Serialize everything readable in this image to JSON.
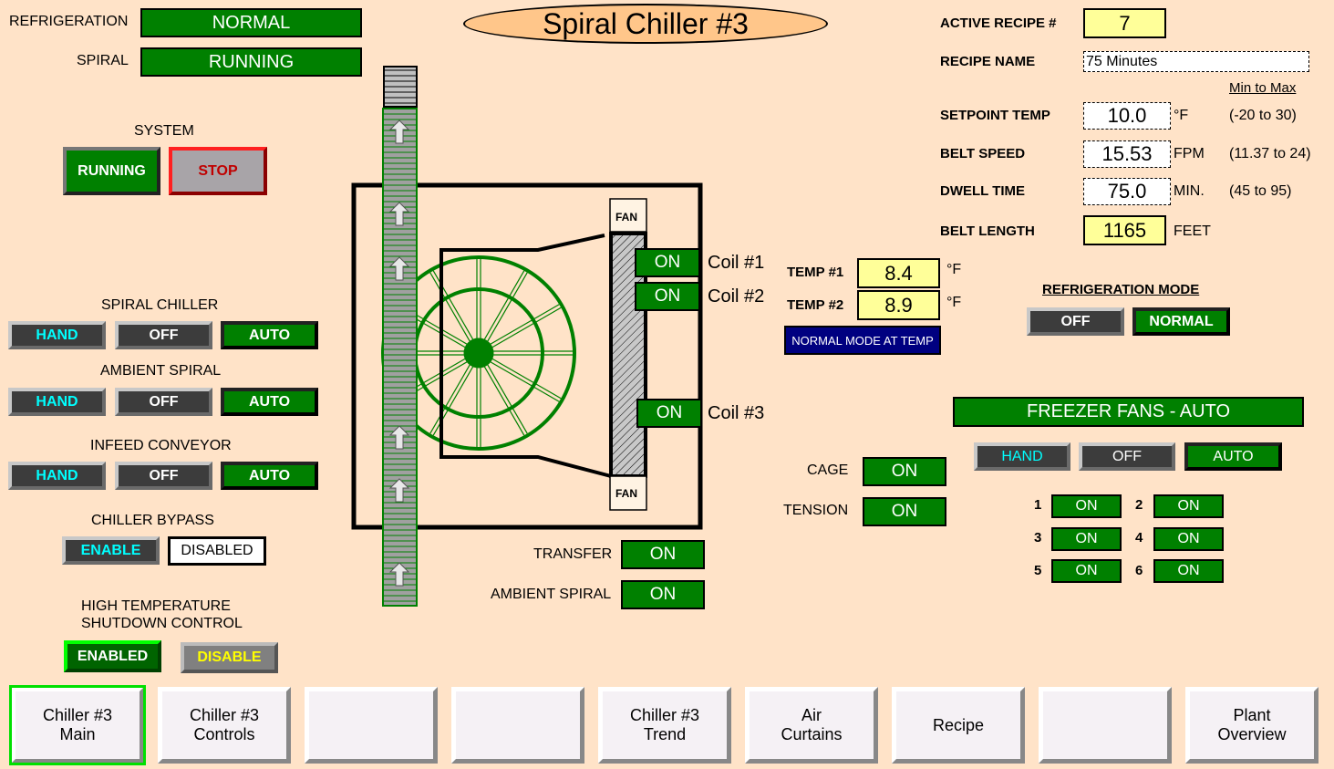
{
  "title": "Spiral Chiller #3",
  "status": {
    "refrigeration": {
      "label": "REFRIGERATION",
      "value": "NORMAL"
    },
    "spiral": {
      "label": "SPIRAL",
      "value": "RUNNING"
    }
  },
  "system": {
    "label": "SYSTEM",
    "running": "RUNNING",
    "stop": "STOP"
  },
  "modes": [
    {
      "label": "SPIRAL CHILLER",
      "hand": "HAND",
      "off": "OFF",
      "auto": "AUTO",
      "selected": "AUTO"
    },
    {
      "label": "AMBIENT SPIRAL",
      "hand": "HAND",
      "off": "OFF",
      "auto": "AUTO",
      "selected": "AUTO"
    },
    {
      "label": "INFEED CONVEYOR",
      "hand": "HAND",
      "off": "OFF",
      "auto": "AUTO",
      "selected": "AUTO"
    }
  ],
  "bypass": {
    "label": "CHILLER BYPASS",
    "enable": "ENABLE",
    "state": "DISABLED"
  },
  "hightemp": {
    "line1": "HIGH TEMPERATURE",
    "line2": "SHUTDOWN CONTROL",
    "enabled": "ENABLED",
    "disable": "DISABLE"
  },
  "diagram": {
    "fan_top": "FAN",
    "fan_bottom": "FAN",
    "coils": [
      {
        "label": "Coil #1",
        "state": "ON"
      },
      {
        "label": "Coil #2",
        "state": "ON"
      },
      {
        "label": "Coil #3",
        "state": "ON"
      }
    ],
    "transfer": {
      "label": "TRANSFER",
      "state": "ON"
    },
    "ambient_spiral": {
      "label": "AMBIENT SPIRAL",
      "state": "ON"
    }
  },
  "temps": {
    "t1": {
      "label": "TEMP #1",
      "value": "8.4",
      "unit": "°F"
    },
    "t2": {
      "label": "TEMP #2",
      "value": "8.9",
      "unit": "°F"
    },
    "mode_status": "NORMAL MODE AT TEMP"
  },
  "recipe": {
    "active_label": "ACTIVE RECIPE #",
    "active_value": "7",
    "name_label": "RECIPE NAME",
    "name_value": "75 Minutes",
    "range_header": "Min to Max",
    "rows": [
      {
        "label": "SETPOINT TEMP",
        "value": "10.0",
        "unit": "°F",
        "range": "(-20 to 30)"
      },
      {
        "label": "BELT SPEED",
        "value": "15.53",
        "unit": "FPM",
        "range": "(11.37 to 24)"
      },
      {
        "label": "DWELL TIME",
        "value": "75.0",
        "unit": "MIN.",
        "range": "(45 to 95)"
      }
    ],
    "length_label": "BELT LENGTH",
    "length_value": "1165",
    "length_unit": "FEET"
  },
  "refmode": {
    "label": "REFRIGERATION MODE",
    "off": "OFF",
    "normal": "NORMAL",
    "selected": "NORMAL"
  },
  "cage": {
    "label": "CAGE",
    "state": "ON"
  },
  "tension": {
    "label": "TENSION",
    "state": "ON"
  },
  "fans": {
    "banner": "FREEZER FANS - AUTO",
    "hand": "HAND",
    "off": "OFF",
    "auto": "AUTO",
    "selected": "AUTO",
    "items": [
      {
        "num": "1",
        "state": "ON"
      },
      {
        "num": "2",
        "state": "ON"
      },
      {
        "num": "3",
        "state": "ON"
      },
      {
        "num": "4",
        "state": "ON"
      },
      {
        "num": "5",
        "state": "ON"
      },
      {
        "num": "6",
        "state": "ON"
      }
    ]
  },
  "nav": [
    {
      "label": "Chiller #3\nMain",
      "active": true
    },
    {
      "label": "Chiller #3\nControls"
    },
    {
      "label": ""
    },
    {
      "label": ""
    },
    {
      "label": "Chiller #3\nTrend"
    },
    {
      "label": "Air\nCurtains"
    },
    {
      "label": "Recipe"
    },
    {
      "label": ""
    },
    {
      "label": "Plant\nOverview"
    }
  ]
}
